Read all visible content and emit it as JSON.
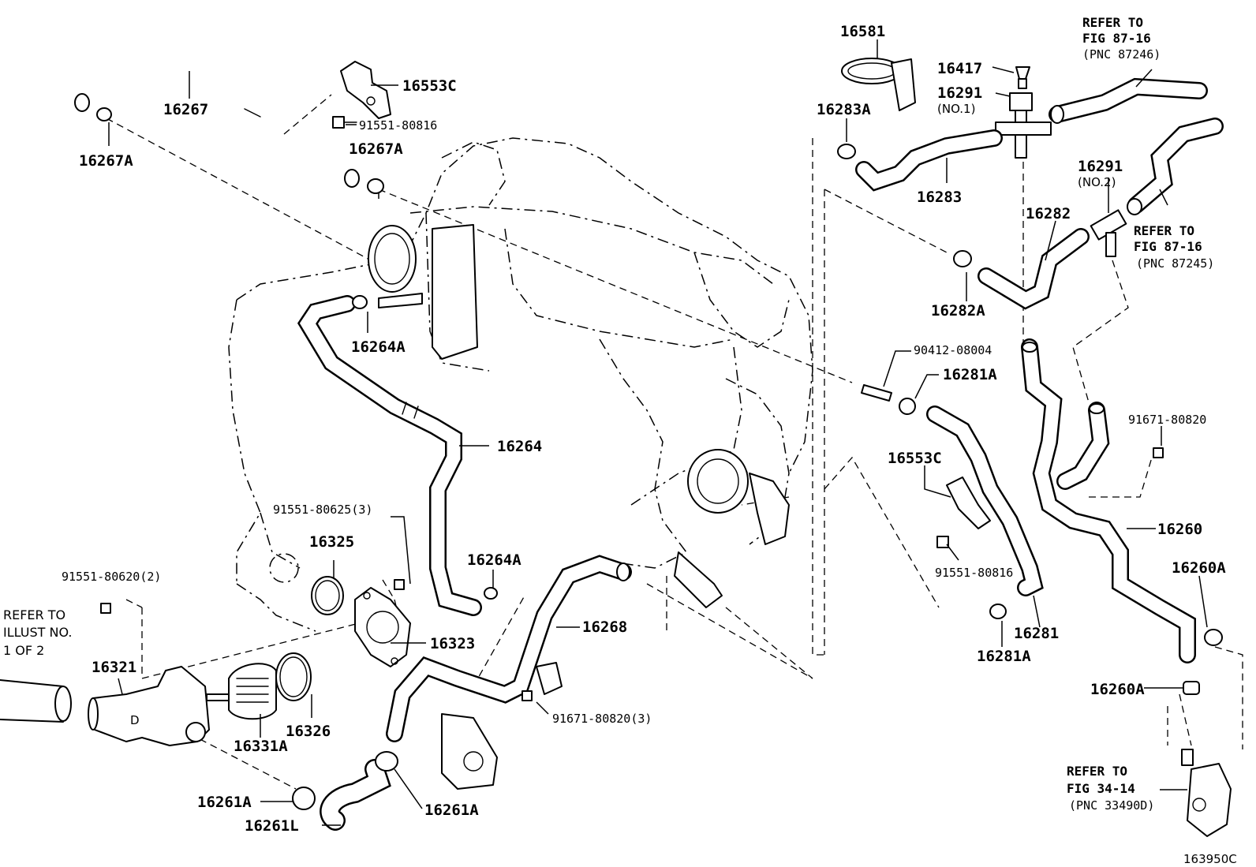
{
  "labels": {
    "p16267": "16267",
    "p16267A_left": "16267A",
    "p16553C_top": "16553C",
    "p91551_80816_top": "91551-80816",
    "p16267A_mid": "16267A",
    "p16264A_top": "16264A",
    "p16264": "16264",
    "p91551_80625": "91551-80625(3)",
    "p16325": "16325",
    "p16264A_low": "16264A",
    "p91551_80620": "91551-80620(2)",
    "p16323": "16323",
    "p16268": "16268",
    "p16321": "16321",
    "p16326": "16326",
    "p16331A": "16331A",
    "p91671_80820_low": "91671-80820(3)",
    "p16261A_left": "16261A",
    "p16261L": "16261L",
    "p16261A_mid": "16261A",
    "p16581": "16581",
    "p16417": "16417",
    "p16291_no1": "16291",
    "p16291_no1_sub": "(NO.1)",
    "p16283A": "16283A",
    "p16283": "16283",
    "p16291_no2": "16291",
    "p16291_no2_sub": "(NO.2)",
    "p16282": "16282",
    "p16282A": "16282A",
    "p90412_08004": "90412-08004",
    "p16281A_top": "16281A",
    "p16553C_right": "16553C",
    "p91551_80816_right": "91551-80816",
    "p16281": "16281",
    "p16281A_low": "16281A",
    "p91671_80820_right": "91671-80820",
    "p16260": "16260",
    "p16260A_top": "16260A",
    "p16260A_low": "16260A"
  },
  "notes": {
    "refer_87246": [
      "REFER TO",
      "FIG 87-16",
      "(PNC 87246)"
    ],
    "refer_87245": [
      "REFER TO",
      "FIG 87-16",
      "(PNC 87245)"
    ],
    "refer_illust": [
      "REFER TO",
      "ILLUST NO.",
      "1 OF 2"
    ],
    "refer_33490": [
      "REFER TO",
      "FIG 34-14",
      "(PNC 33490D)"
    ]
  },
  "diagram_code": "163950C"
}
